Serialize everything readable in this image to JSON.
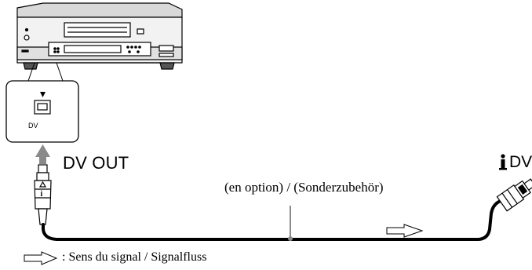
{
  "diagram": {
    "dv_out_label": "DV OUT",
    "dv_in_label": "DV",
    "cable_note": "(en option) / (Sonderzubehör)",
    "legend": ": Sens du signal / Signalfluss",
    "port_label": "DV"
  },
  "colors": {
    "stroke": "#000000",
    "fill": "#ffffff",
    "shade": "#c8c8c8",
    "arrow": "#808080"
  },
  "icons": [
    "vcr-device-icon",
    "dv-port-icon",
    "signal-arrow-icon",
    "i-link-icon",
    "dv-plug-icon"
  ]
}
